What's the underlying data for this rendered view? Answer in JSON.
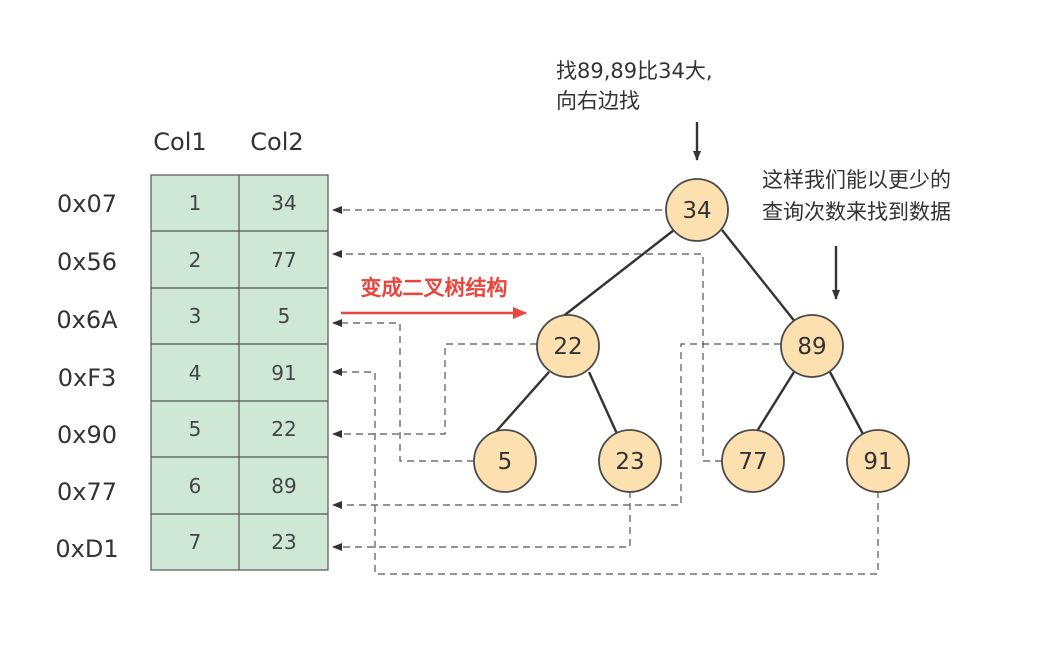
{
  "table": {
    "headers": [
      "Col1",
      "Col2"
    ],
    "rows": [
      {
        "address": "0x07",
        "col1": "1",
        "col2": "34"
      },
      {
        "address": "0x56",
        "col1": "2",
        "col2": "77"
      },
      {
        "address": "0x6A",
        "col1": "3",
        "col2": "5"
      },
      {
        "address": "0xF3",
        "col1": "4",
        "col2": "91"
      },
      {
        "address": "0x90",
        "col1": "5",
        "col2": "22"
      },
      {
        "address": "0x77",
        "col1": "6",
        "col2": "89"
      },
      {
        "address": "0xD1",
        "col1": "7",
        "col2": "23"
      }
    ]
  },
  "tree": {
    "root": "34",
    "level1": [
      "22",
      "89"
    ],
    "level2": [
      "5",
      "23",
      "77",
      "91"
    ]
  },
  "annotations": {
    "search_note_line1": "找89,89比34大,",
    "search_note_line2": "向右边找",
    "efficiency_note_line1": "这样我们能以更少的",
    "efficiency_note_line2": "查询次数来找到数据",
    "transform_label": "变成二叉树结构"
  },
  "colors": {
    "cell_fill": "#cfe8d6",
    "cell_border": "#555555",
    "node_fill": "#fde0b0",
    "node_border": "#4a4a4a",
    "arrow_red": "#e8463c",
    "dash_line": "#555555"
  }
}
